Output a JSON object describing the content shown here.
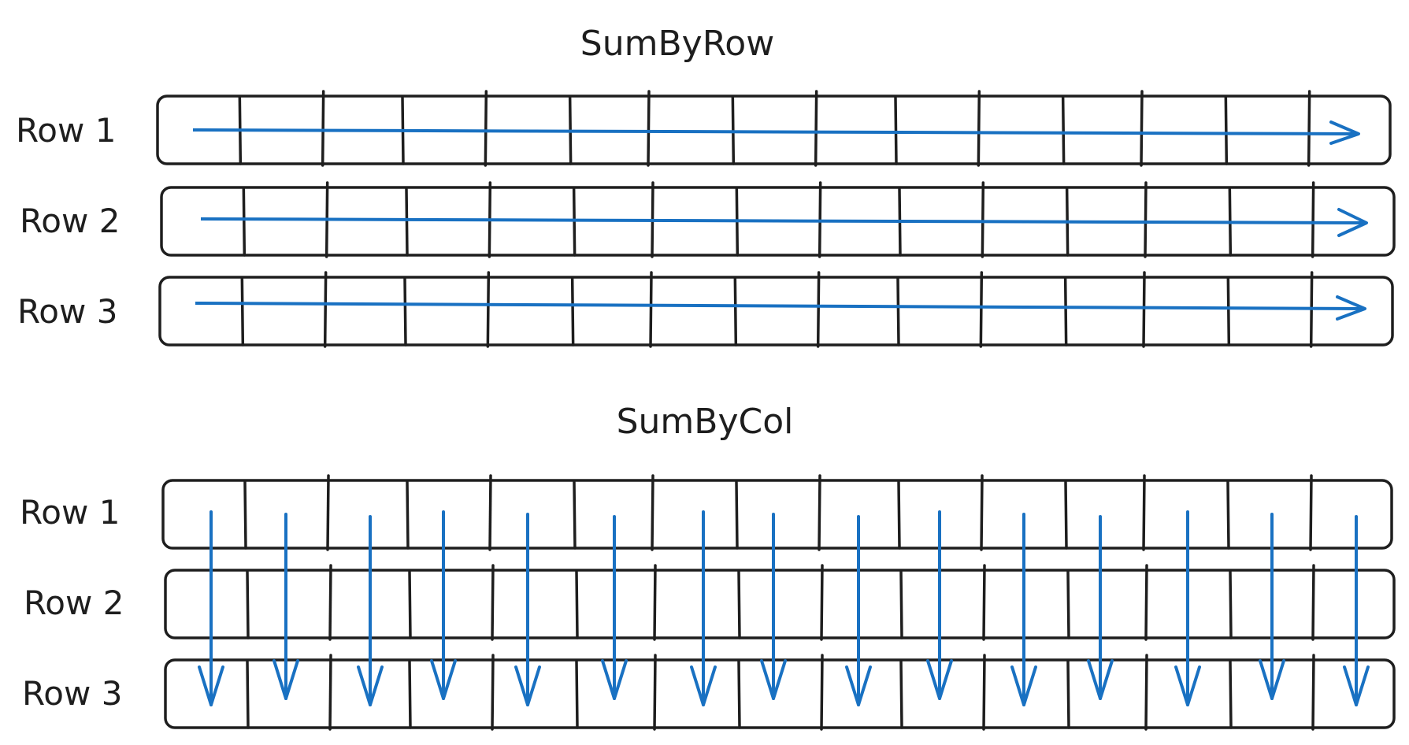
{
  "colors": {
    "ink": "#1e1e1e",
    "arrow": "#1971c2",
    "background": "#ffffff"
  },
  "sections": [
    {
      "title": "SumByRow",
      "direction": "horizontal",
      "rows": [
        {
          "label": "Row 1"
        },
        {
          "label": "Row 2"
        },
        {
          "label": "Row 3"
        }
      ],
      "cells_per_row": 15
    },
    {
      "title": "SumByCol",
      "direction": "vertical",
      "rows": [
        {
          "label": "Row 1"
        },
        {
          "label": "Row 2"
        },
        {
          "label": "Row 3"
        }
      ],
      "cells_per_row": 15
    }
  ]
}
